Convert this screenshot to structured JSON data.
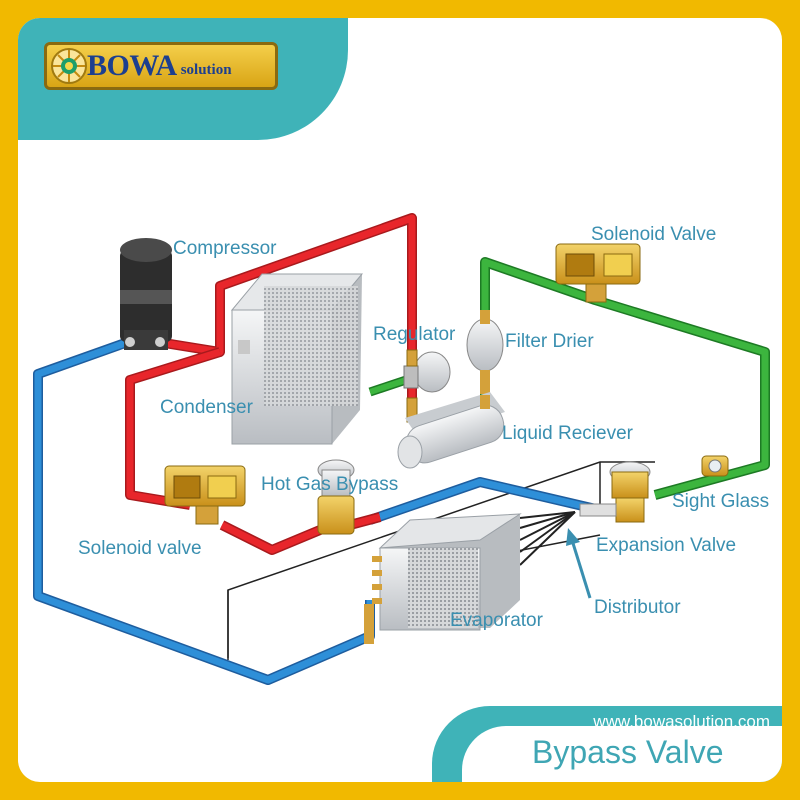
{
  "brand": {
    "name": "BOWA",
    "suffix": "solution"
  },
  "footer": {
    "url": "www.bowasolution.com",
    "title": "Bypass Valve"
  },
  "colors": {
    "hot_line": "#e8262b",
    "liquid_line": "#3cb53e",
    "suction_line": "#2e8fd8",
    "label": "#3a8fb0",
    "frame": "#f1b900",
    "accent": "#3fb3b8"
  },
  "labels": {
    "compressor": "Compressor",
    "condenser": "Condenser",
    "regulator": "Regulator",
    "filter_drier": "Filter Drier",
    "solenoid_valve_top": "Solenoid Valve",
    "liquid_receiver": "Liquid Reciever",
    "hot_gas_bypass": "Hot Gas Bypass",
    "solenoid_valve_left": "Solenoid valve",
    "sight_glass": "Sight Glass",
    "expansion_valve": "Expansion Valve",
    "distributor": "Distributor",
    "evaporator": "Evaporator"
  }
}
